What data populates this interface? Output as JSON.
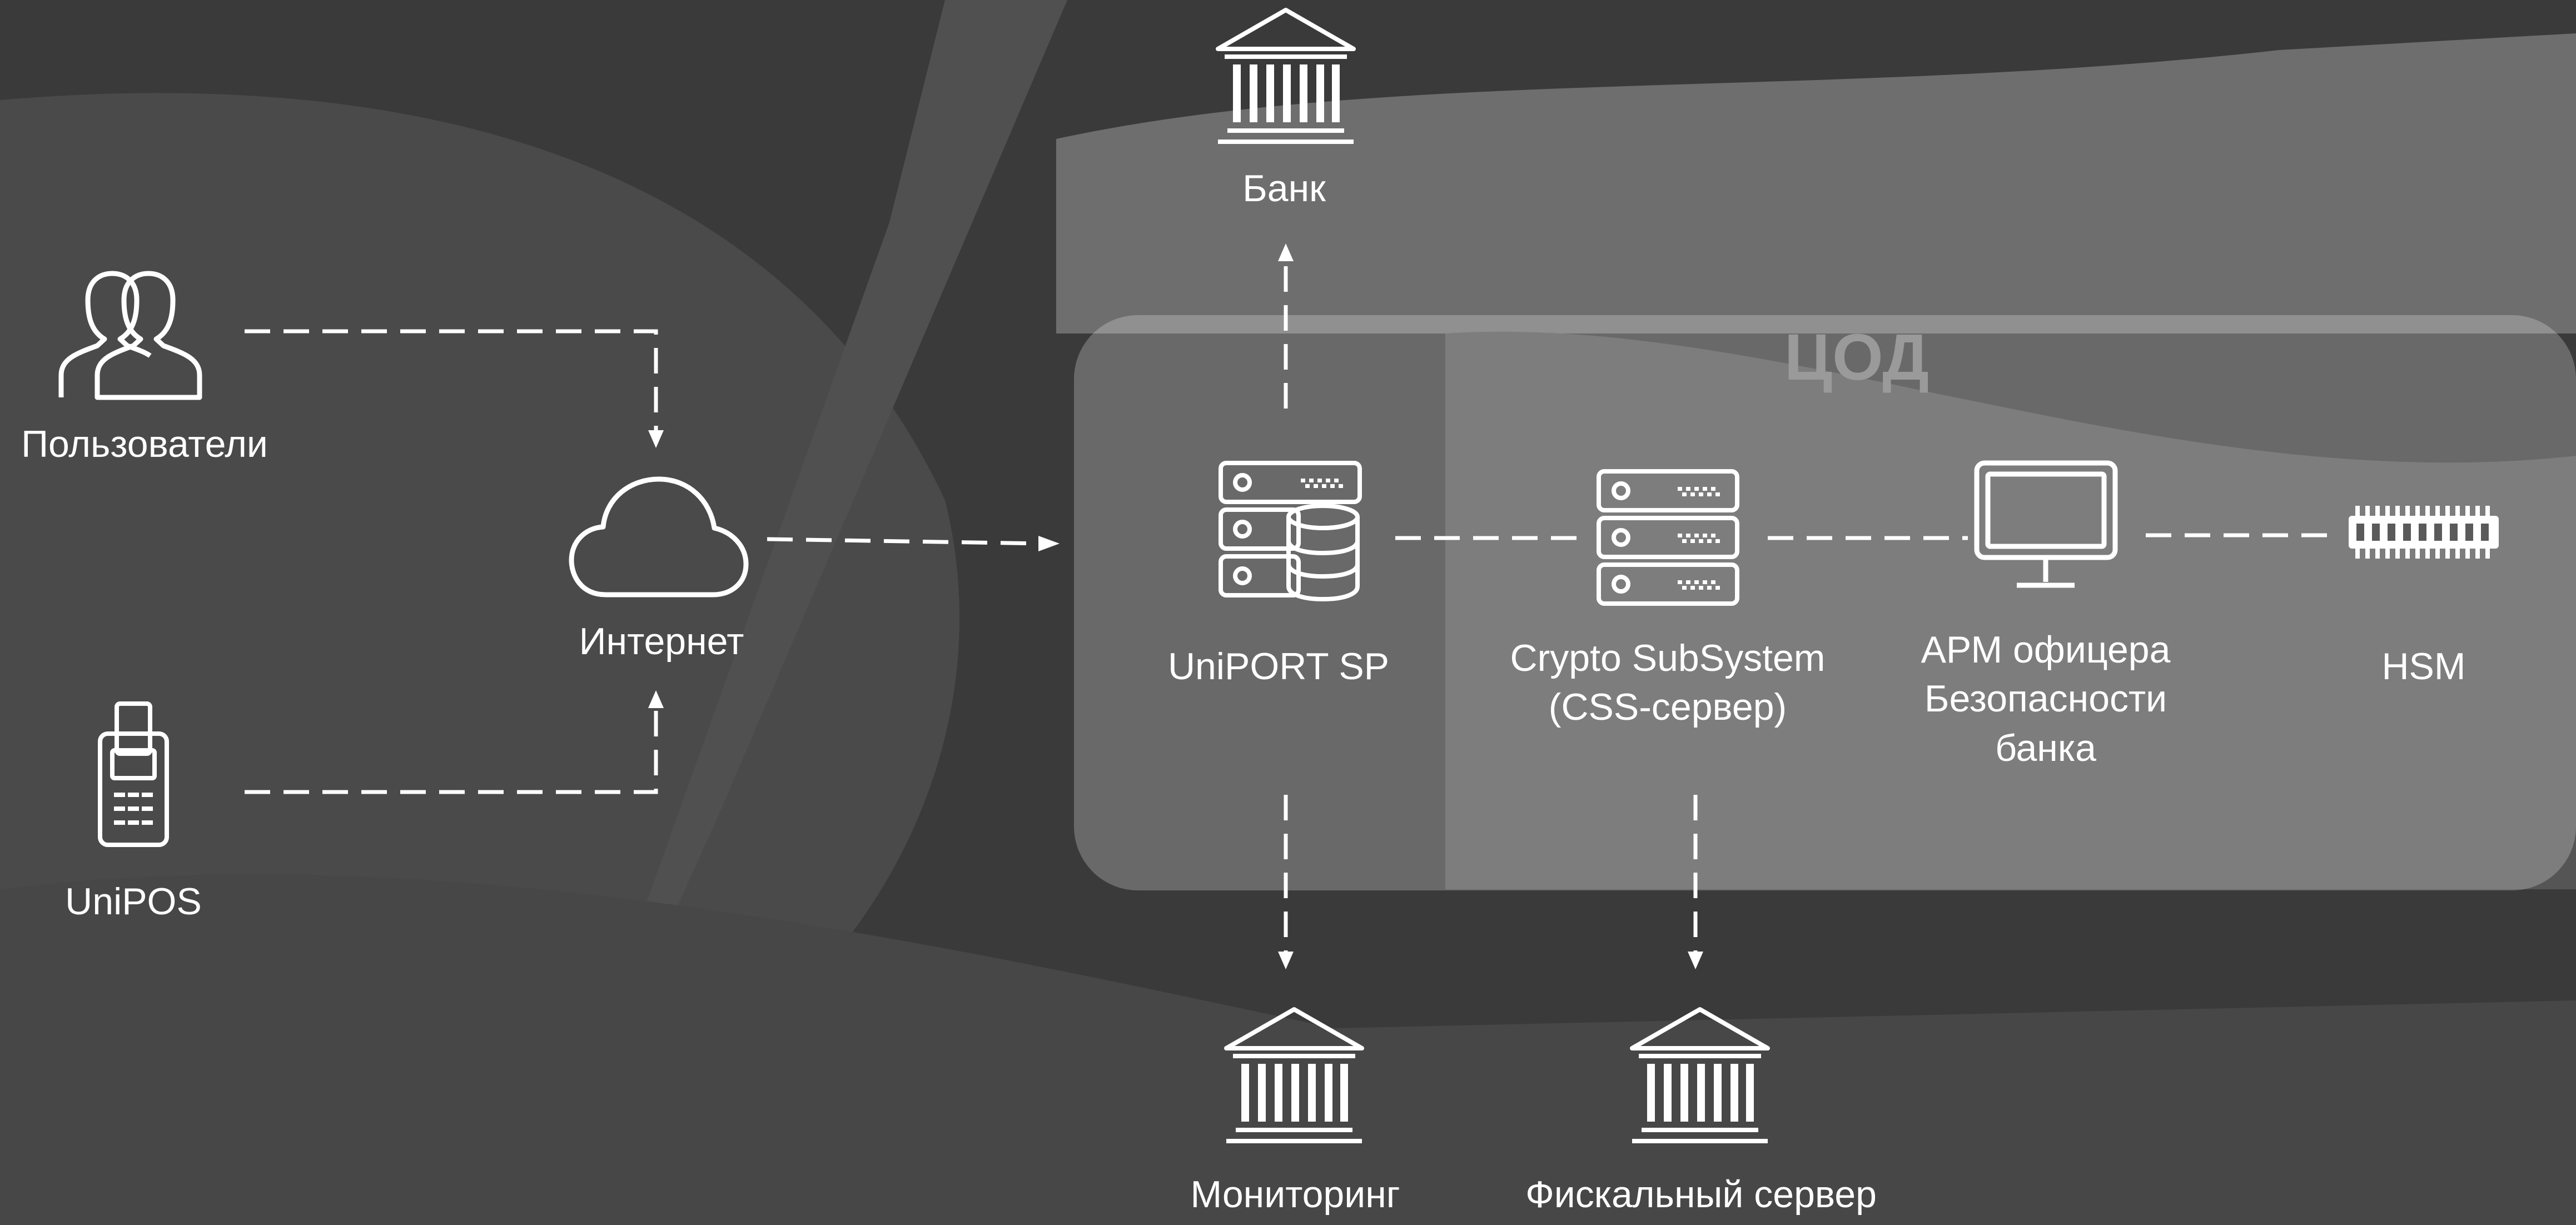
{
  "datacenter": {
    "title": "ЦОД"
  },
  "nodes": {
    "users": {
      "label": "Пользователи",
      "icon": "users-icon"
    },
    "unipos": {
      "label": "UniPOS",
      "icon": "pos-terminal-icon"
    },
    "internet": {
      "label": "Интернет",
      "icon": "cloud-icon"
    },
    "bank": {
      "label": "Банк",
      "icon": "bank-icon"
    },
    "uniport": {
      "label": "UniPORT SP",
      "icon": "server-database-icon"
    },
    "css": {
      "label_lines": [
        "Crypto SubSystem",
        "(CSS-сервер)"
      ],
      "icon": "server-icon"
    },
    "arm": {
      "label_lines": [
        "АРМ офицера",
        "Безопасности",
        "банка"
      ],
      "icon": "monitor-icon"
    },
    "hsm": {
      "label": "HSM",
      "icon": "hsm-module-icon"
    },
    "monitoring": {
      "label": "Мониторинг",
      "icon": "bank-icon"
    },
    "fiscal": {
      "label": "Фискальный сервер",
      "icon": "bank-icon"
    }
  },
  "colors": {
    "background": "#3a3a3a",
    "foreground": "#ffffff",
    "datacenter_title": "#9a9a9a"
  }
}
